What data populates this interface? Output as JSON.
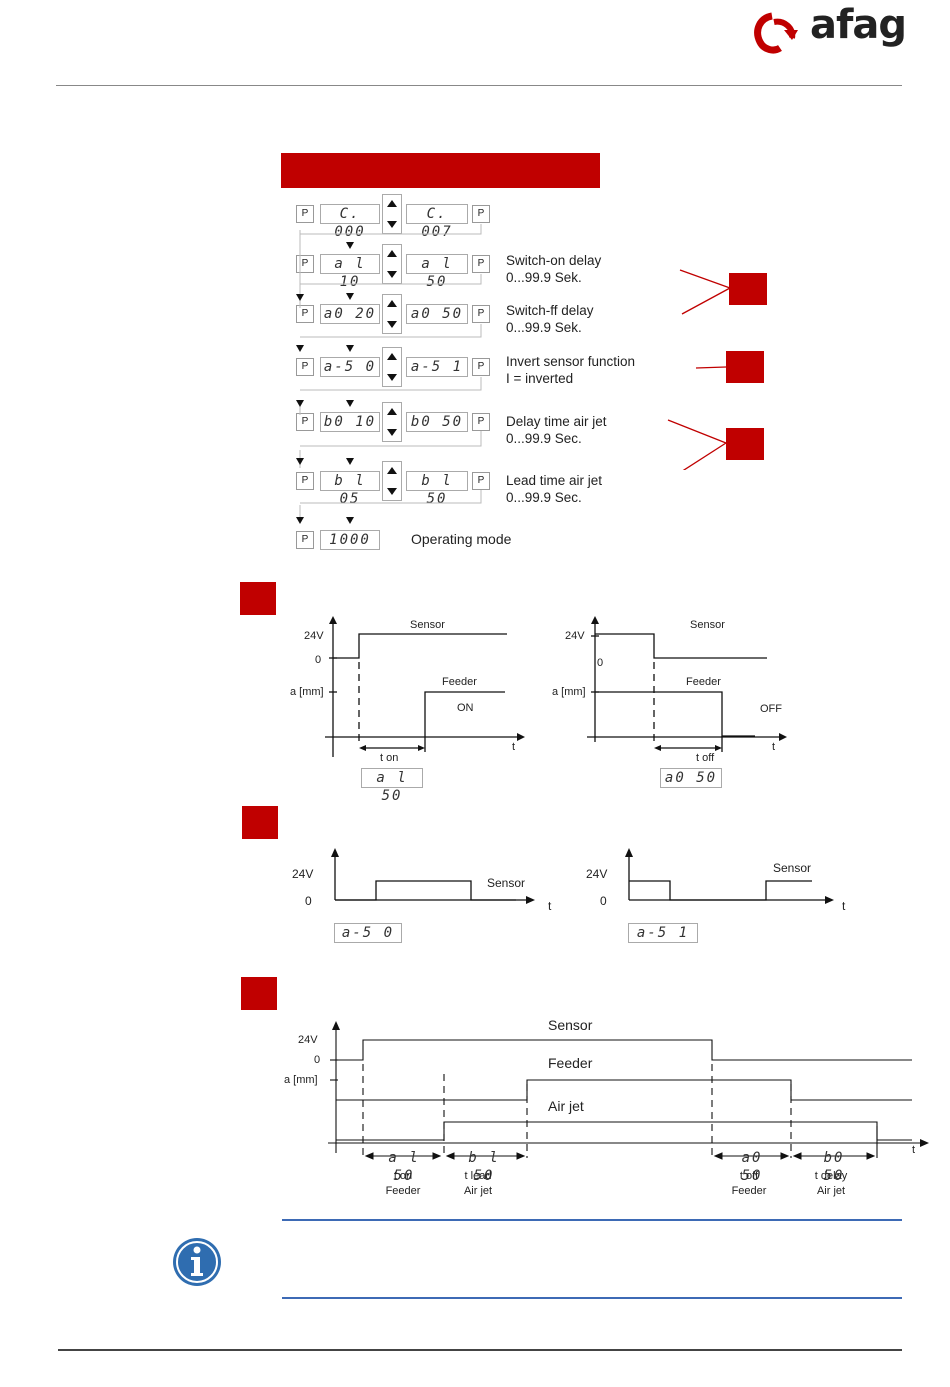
{
  "brand": {
    "name": "afag",
    "accent": "#c00000"
  },
  "menu": {
    "p_key": "P",
    "rows": [
      {
        "left": "C. 000",
        "right": "C. 007",
        "desc1": "",
        "desc2": ""
      },
      {
        "left": "a l  10",
        "right": "a l 50",
        "desc1": "Switch-on delay",
        "desc2": "0...99.9 Sek."
      },
      {
        "left": "a0 20",
        "right": "a0 50",
        "desc1": "Switch-ff delay",
        "desc2": "0...99.9 Sek."
      },
      {
        "left": "a-5  0",
        "right": "a-5  1",
        "desc1": "Invert sensor function",
        "desc2": "I =  inverted"
      },
      {
        "left": "b0  10",
        "right": "b0 50",
        "desc1": "Delay time air jet",
        "desc2": "0...99.9 Sec."
      },
      {
        "left": "b l 05",
        "right": "b l 50",
        "desc1": "Lead time   air jet",
        "desc2": "0...99.9 Sec."
      }
    ],
    "op_display": "1000",
    "op_label": "Operating mode"
  },
  "diag1": {
    "left": {
      "y_top": "24V",
      "y_zero": "0",
      "y_a": "a [mm]",
      "sensor": "Sensor",
      "feeder": "Feeder",
      "state": "ON",
      "t": "t",
      "t_label": "t on",
      "display": "a l 50"
    },
    "right": {
      "y_top": "24V",
      "y_zero": "0",
      "y_a": "a [mm]",
      "sensor": "Sensor",
      "feeder": "Feeder",
      "state": "OFF",
      "t": "t",
      "t_label": "t off",
      "display": "a0 50"
    }
  },
  "diag2": {
    "left": {
      "y_top": "24V",
      "y_zero": "0",
      "sensor": "Sensor",
      "t": "t",
      "display": "a-5  0"
    },
    "right": {
      "y_top": "24V",
      "y_zero": "0",
      "sensor": "Sensor",
      "t": "t",
      "display": "a-5  1"
    }
  },
  "diag3": {
    "y_top": "24V",
    "y_zero": "0",
    "y_a": "a [mm]",
    "sensor": "Sensor",
    "feeder": "Feeder",
    "airjet": "Air jet",
    "t": "t",
    "displays": [
      "a l 50",
      "b l 50",
      "a0 50",
      "b0 50"
    ],
    "labels": [
      {
        "l1": "t on",
        "l2": "Feeder"
      },
      {
        "l1": "t lead",
        "l2": "Air jet"
      },
      {
        "l1": "t off",
        "l2": "Feeder"
      },
      {
        "l1": "t delay",
        "l2": "Air jet"
      }
    ]
  }
}
